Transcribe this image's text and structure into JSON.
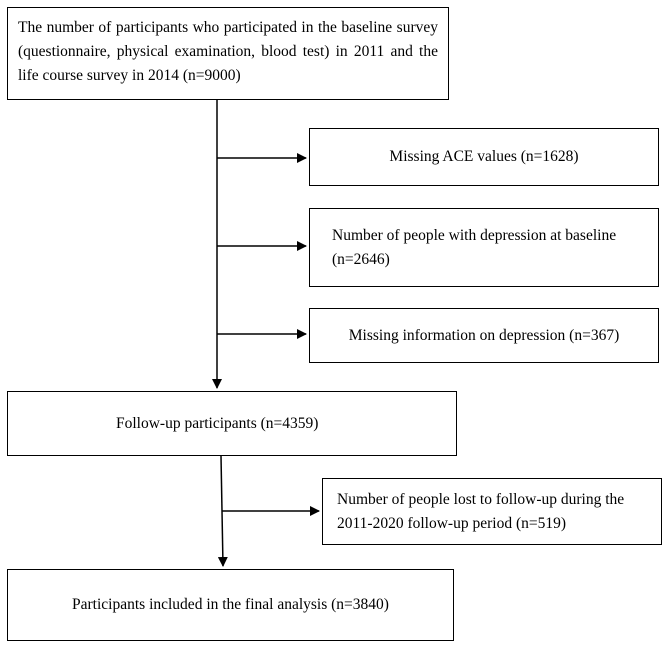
{
  "flowchart": {
    "baseline_box": "The number of participants who participated in the baseline survey (questionnaire, physical examination, blood test) in 2011 and the life course survey in 2014 (n=9000)",
    "exclusion_ace": "Missing ACE values (n=1628)",
    "exclusion_depression_baseline": "Number of people with depression at baseline (n=2646)",
    "exclusion_missing_depression": "Missing information on depression (n=367)",
    "followup_box": "Follow-up participants (n=4359)",
    "exclusion_lost": "Number of people lost to follow-up during the 2011-2020 follow-up period (n=519)",
    "final_box": "Participants included in the final analysis (n=3840)"
  }
}
